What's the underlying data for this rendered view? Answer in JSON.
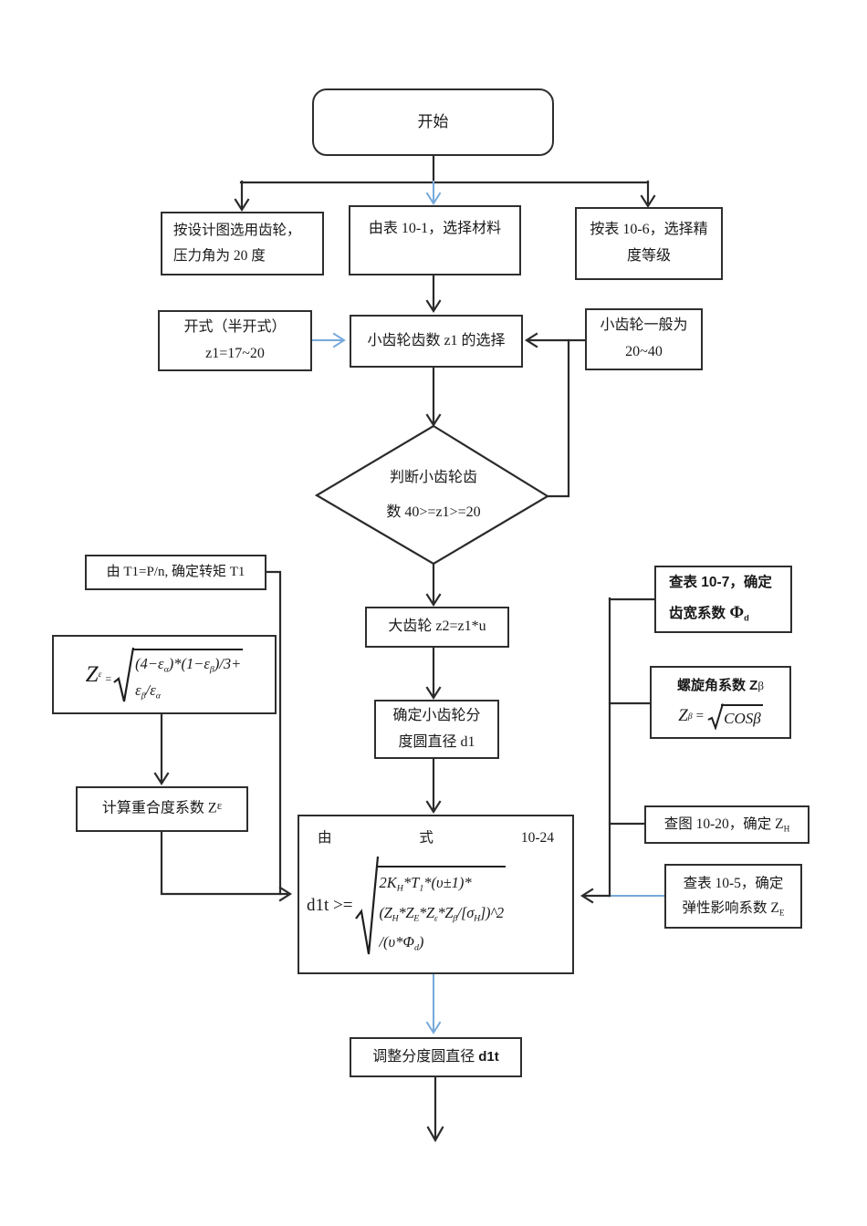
{
  "colors": {
    "line": "#2b2b2b",
    "blue": "#76a9db"
  },
  "nodes": {
    "start": {
      "label": "开始"
    },
    "design": {
      "line1": "按设计图选用齿轮，",
      "line2": "压力角为 20 度"
    },
    "material": {
      "label": "由表 10-1，选择材料"
    },
    "precision": {
      "line1": "按表 10-6，选择精",
      "line2": "度等级"
    },
    "open_type": {
      "line1": "开式（半开式）",
      "line2": "z1=17~20"
    },
    "z1_select": {
      "label": "小齿轮齿数 z1 的选择"
    },
    "pinion_general": {
      "line1": "小齿轮一般为",
      "line2": "20~40"
    },
    "decision": {
      "line1": "判断小齿轮齿",
      "line2": "数 40>=z1>=20"
    },
    "z2": {
      "label": "大齿轮 z2=z1*u"
    },
    "d1": {
      "line1": "确定小齿轮分",
      "line2": "度圆直径 d1"
    },
    "t1": {
      "label": "由 T1=P/n, 确定转矩 T1"
    },
    "zeps_formula": {
      "lhs": "Z",
      "lhs_sub": "ε",
      "eq": "=",
      "l1a": "(4−ε",
      "l1s1": "α",
      "l1b": ")*(1−ε",
      "l1s2": "β",
      "l1c": ")/3+",
      "l2a": "ε",
      "l2s1": "β",
      "l2b": "/ε",
      "l2s2": "α"
    },
    "calc_eps": {
      "text": "计算重合度系数 Z",
      "sup": "ε"
    },
    "phi": {
      "line1": "查表 10-7，确定",
      "line2": "齿宽系数 ",
      "symbol": "Φ",
      "sub": "d"
    },
    "beta": {
      "title": "螺旋角系数 Z",
      "title_sub": "β",
      "lhs": "Z",
      "lhs_sub": "β",
      "eq": "=",
      "radicand": "COSβ"
    },
    "zh": {
      "text": "查图 10-20，确定 Z",
      "sub": "H"
    },
    "ze": {
      "line1": "查表 10-5，确定",
      "line2": "弹性影响系数 Z",
      "sub": "E"
    },
    "main_formula": {
      "header_left": "由",
      "header_mid": "式",
      "header_right": "10-24",
      "lhs": "d1t >=",
      "l1a": "2K",
      "l1s1": "H",
      "l1b": "*T",
      "l1s2": "1",
      "l1c": "*(υ±1)*",
      "l2a": "(Z",
      "l2s1": "H",
      "l2b": "*Z",
      "l2s2": "E",
      "l2c": "*Z",
      "l2s3": "ε",
      "l2d": "*Z",
      "l2s4": "β",
      "l2e": "/[σ",
      "l2s5": "H",
      "l2f": "])^2",
      "l3a": "/(υ*Φ",
      "l3s1": "d",
      "l3b": ")"
    },
    "adjust": {
      "text": "调整分度圆直径 ",
      "suffix": "d1t"
    }
  }
}
